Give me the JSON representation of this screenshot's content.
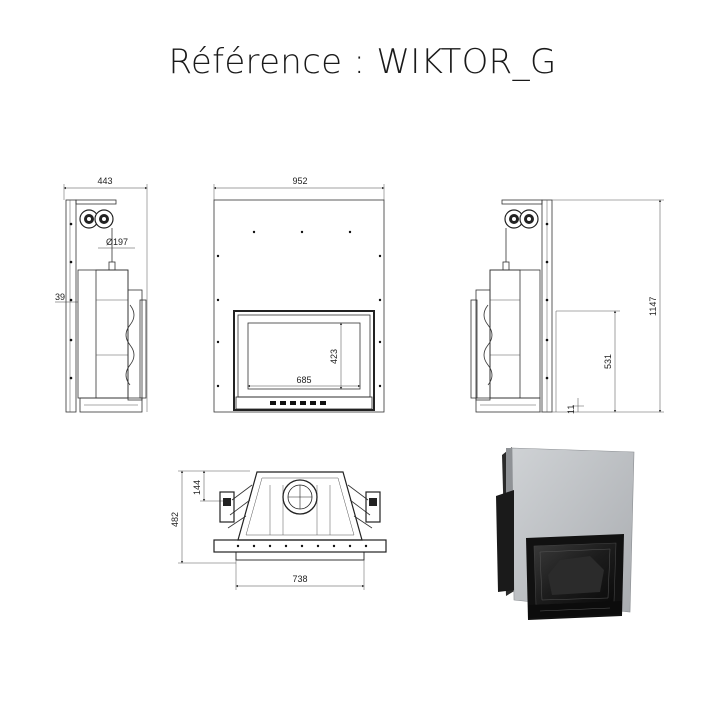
{
  "title": "Référence : WIKTOR_G",
  "dimensions": {
    "side_depth": "443",
    "front_width": "952",
    "flue_diameter": "Ø197",
    "side_offset": "39",
    "door_height": "423",
    "door_width": "685",
    "total_height": "1147",
    "glass_bottom_height": "531",
    "base_offset": "11",
    "top_rear_offset": "144",
    "top_depth": "482",
    "top_width": "738"
  },
  "colors": {
    "line": "#333333",
    "door_frame": "#111111",
    "panel": "#b9bcc0"
  }
}
